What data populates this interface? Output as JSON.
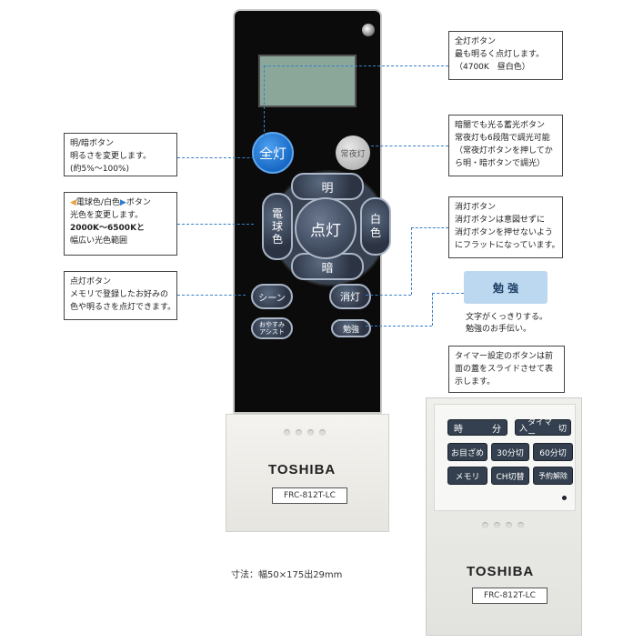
{
  "remote": {
    "btn_zentou": "全灯",
    "btn_joyato": "常夜灯",
    "btn_mei": "明",
    "btn_an": "暗",
    "btn_denkyu": [
      "電",
      "球",
      "色"
    ],
    "btn_hakushoku": [
      "白",
      "色"
    ],
    "btn_tentou": "点灯",
    "btn_scene": "シーン",
    "btn_shoutou": "消灯",
    "btn_oyasumi": [
      "おやすみ",
      "アシスト"
    ],
    "btn_benkyou": "勉強",
    "brand": "TOSHIBA",
    "model": "FRC-812T-LC"
  },
  "callouts": {
    "zentou": [
      "全灯ボタン",
      "最も明るく点灯します。",
      "（4700K　昼白色）"
    ],
    "joyato": [
      "暗闇でも光る蓄光ボタン",
      "常夜灯も6段階で調光可能",
      "（常夜灯ボタンを押してか",
      "ら明・暗ボタンで調光）"
    ],
    "meian": [
      "明/暗ボタン",
      "明るさを変更します。",
      "(約5%〜100%)"
    ],
    "color_prefix": "◀",
    "color_title_a": "電球色/白色",
    "color_mid": "▶",
    "color_title_b": "ボタン",
    "color_lines": [
      "光色を変更します。",
      "2000K〜6500Kと",
      "幅広い光色範囲"
    ],
    "shoutou": [
      "消灯ボタン",
      "消灯ボタンは意図せずに",
      "消灯ボタンを押せないよう",
      "にフラットになっています。"
    ],
    "tentou": [
      "点灯ボタン",
      "メモリで登録したお好みの",
      "色や明るさを点灯できます。"
    ],
    "benkyou_label": "勉 強",
    "benkyou_lines": [
      "文字がくっきりする。",
      "勉強のお手伝い。"
    ],
    "timer": [
      "タイマー設定のボタンは前",
      "面の蓋をスライドさせて表",
      "示します。"
    ]
  },
  "dimensions": "寸法：幅50×175出29mm",
  "remote2": {
    "keys": [
      "時",
      "分",
      "入",
      "タイマー",
      "切",
      "お目ざめ",
      "30分切",
      "60分切",
      "メモリ",
      "CH切替",
      "予約解除"
    ],
    "brand": "TOSHIBA",
    "model": "FRC-812T-LC"
  },
  "colors": {
    "accent": "#3a7fc8",
    "button_blue": "#1768c4",
    "lcd": "#8aa79a",
    "benkyou_bg": "#bcd8f0"
  }
}
